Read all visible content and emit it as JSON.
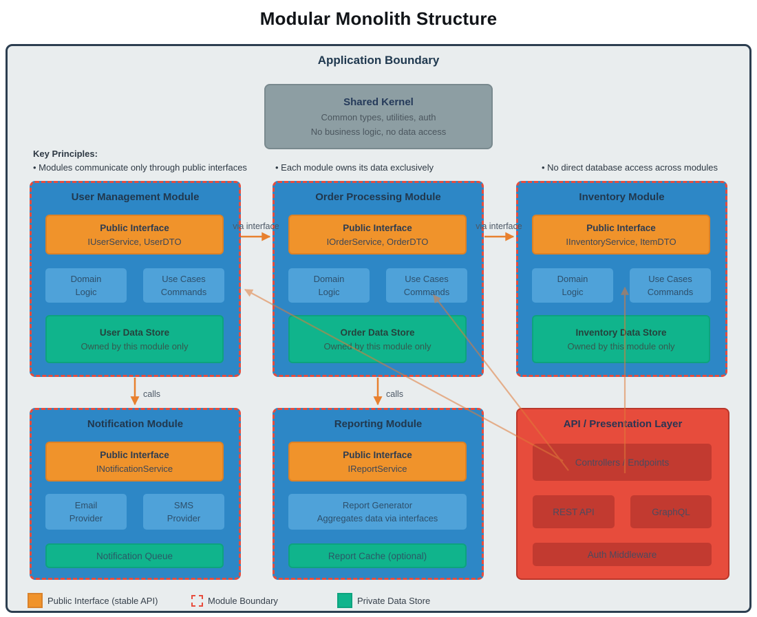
{
  "page_title": "Modular Monolith Structure",
  "boundary": {
    "label": "Application Boundary"
  },
  "shared_kernel": {
    "title": "Shared Kernel",
    "line1": "Common types, utilities, auth",
    "line2": "No business logic, no data access"
  },
  "principles": {
    "heading": "Key Principles:",
    "items": [
      "• Modules communicate only through public interfaces",
      "• Each module owns its data exclusively",
      "• No direct database access across modules"
    ]
  },
  "modules": [
    {
      "title": "User Management Module",
      "iface_title": "Public Interface",
      "iface_detail": "IUserService, UserDTO",
      "left_box": "Domain\nLogic",
      "right_box": "Use Cases\nCommands",
      "store_title": "User Data Store",
      "store_detail": "Owned by this module only"
    },
    {
      "title": "Order Processing Module",
      "iface_title": "Public Interface",
      "iface_detail": "IOrderService, OrderDTO",
      "left_box": "Domain\nLogic",
      "right_box": "Use Cases\nCommands",
      "store_title": "Order Data Store",
      "store_detail": "Owned by this module only"
    },
    {
      "title": "Inventory Module",
      "iface_title": "Public Interface",
      "iface_detail": "IInventoryService, ItemDTO",
      "left_box": "Domain\nLogic",
      "right_box": "Use Cases\nCommands",
      "store_title": "Inventory Data Store",
      "store_detail": "Owned by this module only"
    },
    {
      "title": "Notification Module",
      "iface_title": "Public Interface",
      "iface_detail": "INotificationService",
      "left_box": "Email\nProvider",
      "right_box": "SMS\nProvider",
      "store_title": "Notification Queue"
    },
    {
      "title": "Reporting Module",
      "iface_title": "Public Interface",
      "iface_detail": "IReportService",
      "wide_box": "Report Generator\nAggregates data via interfaces",
      "store_title": "Report Cache (optional)"
    }
  ],
  "api_layer": {
    "title": "API / Presentation Layer",
    "controllers": "Controllers / Endpoints",
    "rest": "REST API",
    "graphql": "GraphQL",
    "auth": "Auth Middleware"
  },
  "arrow_labels": {
    "via_interface": "via interface",
    "calls": "calls"
  },
  "legend": [
    {
      "label": "Public Interface (stable API)"
    },
    {
      "label": "Module Boundary"
    },
    {
      "label": "Private Data Store"
    }
  ],
  "colors": {
    "module_blue": "#2d87c6",
    "sub_box_blue": "#4fa2d9",
    "interface_orange": "#f0932b",
    "data_store_green": "#10b48c",
    "api_red": "#e74c3c",
    "api_inner_red": "#c23a30",
    "boundary_navy": "#2c3e50",
    "boundary_fill": "#e9edee",
    "module_boundary_dash": "#e74c3c",
    "kernel_gray": "#8d9ea3",
    "arrow_orange": "#e8802e"
  }
}
